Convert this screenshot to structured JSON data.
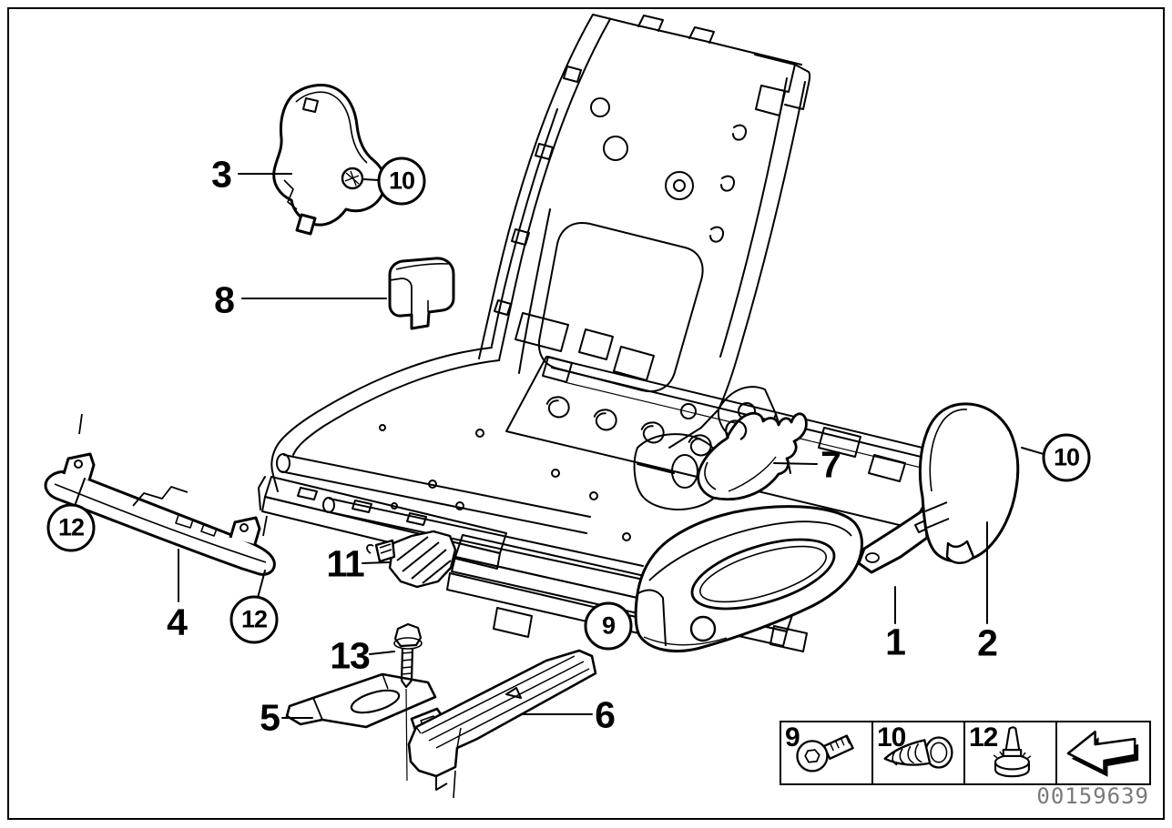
{
  "image_number": "00159639",
  "colors": {
    "line": "#000000",
    "image_number_text": "#7a7a7a"
  },
  "callouts": [
    {
      "label": "3",
      "type": "plain"
    },
    {
      "label": "10",
      "type": "circled"
    },
    {
      "label": "8",
      "type": "plain"
    },
    {
      "label": "12",
      "type": "circled"
    },
    {
      "label": "4",
      "type": "plain"
    },
    {
      "label": "12",
      "type": "circled"
    },
    {
      "label": "11",
      "type": "plain"
    },
    {
      "label": "13",
      "type": "plain"
    },
    {
      "label": "5",
      "type": "plain"
    },
    {
      "label": "6",
      "type": "plain"
    },
    {
      "label": "7",
      "type": "plain"
    },
    {
      "label": "9",
      "type": "circled"
    },
    {
      "label": "1",
      "type": "plain"
    },
    {
      "label": "2",
      "type": "plain"
    },
    {
      "label": "10",
      "type": "circled"
    }
  ],
  "legend": {
    "items": [
      {
        "label": "9",
        "icon": "button-head-screw-icon"
      },
      {
        "label": "10",
        "icon": "self-tapping-screw-icon"
      },
      {
        "label": "12",
        "icon": "expanding-rivet-icon"
      }
    ],
    "arrow_icon": "direction-arrow-icon"
  }
}
